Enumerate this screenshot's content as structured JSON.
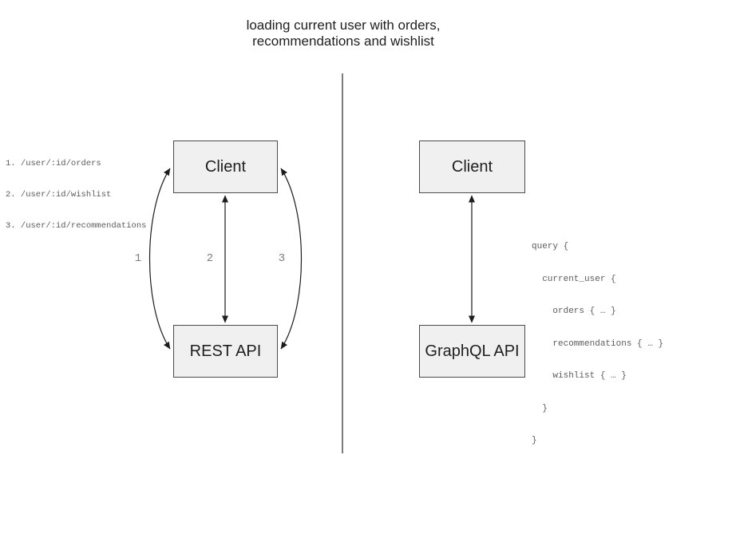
{
  "title": {
    "line1": "loading current user with orders,",
    "line2": "recommendations and wishlist"
  },
  "rest_side": {
    "client_label": "Client",
    "api_label": "REST API",
    "endpoints": [
      "1. /user/:id/orders",
      "2. /user/:id/wishlist",
      "3. /user/:id/recommendations"
    ],
    "arrow_labels": [
      "1",
      "2",
      "3"
    ]
  },
  "graphql_side": {
    "client_label": "Client",
    "api_label": "GraphQL API",
    "query_lines": [
      "query {",
      "  current_user {",
      "    orders { … }",
      "    recommendations { … }",
      "    wishlist { … }",
      "  }",
      "}"
    ]
  },
  "colors": {
    "box_fill": "#f0f0f0",
    "box_border": "#4a4a4a",
    "arrow": "#1c1c1c",
    "code_text": "#5c5c5c",
    "arrow_label_text": "#7d7d7d",
    "divider": "#6e6e6e"
  }
}
